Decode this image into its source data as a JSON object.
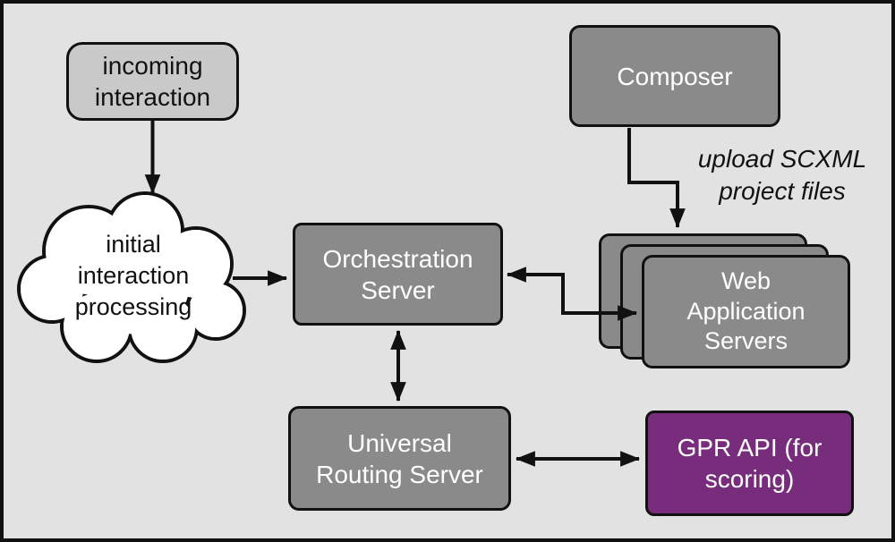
{
  "colors": {
    "background": "#e2e2e2",
    "box_gray": "#8a8a8a",
    "box_light_gray": "#c9c9c9",
    "box_purple": "#772d7c",
    "cloud_fill": "#ffffff",
    "stroke_black": "#111111",
    "text_white": "#ffffff",
    "text_black": "#111111"
  },
  "nodes": {
    "incoming_interaction": {
      "label": "incoming\ninteraction"
    },
    "initial_processing_cloud": {
      "label": "initial\ninteraction\nprocessing"
    },
    "orchestration_server": {
      "label": "Orchestration\nServer"
    },
    "composer": {
      "label": "Composer"
    },
    "web_application_servers": {
      "label": "Web\nApplication\nServers"
    },
    "universal_routing_server": {
      "label": "Universal\nRouting Server"
    },
    "gpr_api": {
      "label": "GPR API (for\nscoring)"
    }
  },
  "edges": [
    {
      "id": "incoming-to-cloud",
      "from": "incoming_interaction",
      "to": "initial_processing_cloud",
      "direction": "one-way"
    },
    {
      "id": "cloud-to-orchestration",
      "from": "initial_processing_cloud",
      "to": "orchestration_server",
      "direction": "one-way"
    },
    {
      "id": "composer-to-web-apps",
      "from": "composer",
      "to": "web_application_servers",
      "direction": "one-way",
      "label": "upload SCXML\nproject files"
    },
    {
      "id": "orchestration-web-apps",
      "from": "orchestration_server",
      "to": "web_application_servers",
      "direction": "two-way"
    },
    {
      "id": "orchestration-urs",
      "from": "orchestration_server",
      "to": "universal_routing_server",
      "direction": "two-way"
    },
    {
      "id": "urs-gpr",
      "from": "universal_routing_server",
      "to": "gpr_api",
      "direction": "two-way"
    }
  ]
}
